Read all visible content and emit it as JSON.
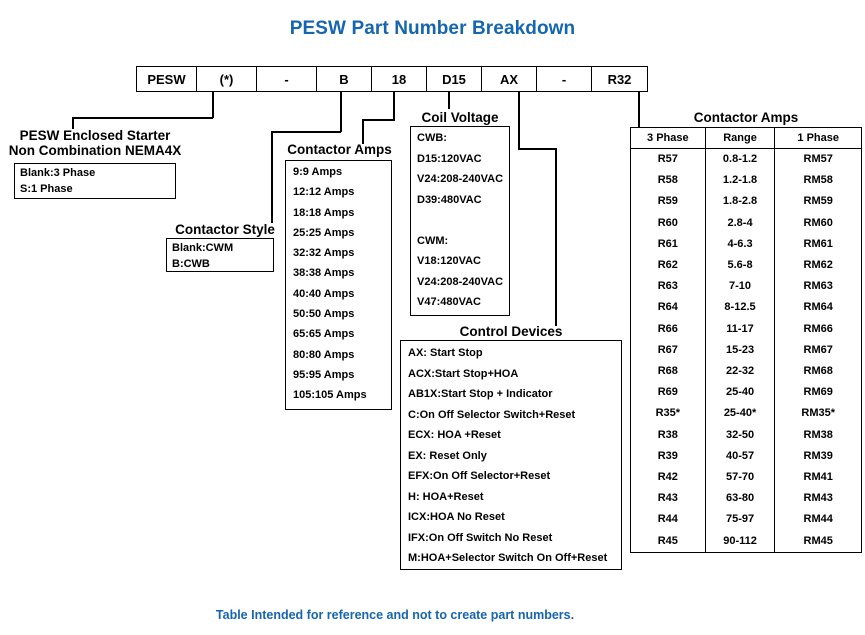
{
  "title": "PESW Part Number Breakdown",
  "footer_note": "Table Intended for reference and not to create part numbers.",
  "accent_color": "#1565B0",
  "part_number": {
    "cells": [
      {
        "label": "PESW",
        "width": 60
      },
      {
        "label": "(*)",
        "width": 60
      },
      {
        "label": "-",
        "width": 60
      },
      {
        "label": "B",
        "width": 55
      },
      {
        "label": "18",
        "width": 55
      },
      {
        "label": "D15",
        "width": 55
      },
      {
        "label": "AX",
        "width": 55
      },
      {
        "label": "-",
        "width": 55
      },
      {
        "label": "R32",
        "width": 55
      }
    ]
  },
  "pesw_starter": {
    "label_line1": "PESW Enclosed Starter",
    "label_line2": "Non Combination NEMA4X",
    "options": [
      "Blank:3 Phase",
      "S:1 Phase"
    ]
  },
  "contactor_style": {
    "title": "Contactor Style",
    "options": [
      "Blank:CWM",
      "B:CWB"
    ]
  },
  "contactor_amps_list": {
    "title": "Contactor Amps",
    "options": [
      "9:9 Amps",
      "12:12 Amps",
      "18:18 Amps",
      "25:25 Amps",
      "32:32 Amps",
      "38:38 Amps",
      "40:40 Amps",
      "50:50 Amps",
      "65:65 Amps",
      "80:80 Amps",
      "95:95 Amps",
      "105:105 Amps"
    ]
  },
  "coil_voltage": {
    "title": "Coil Voltage",
    "options": [
      "CWB:",
      "D15:120VAC",
      "V24:208-240VAC",
      "D39:480VAC",
      "",
      "CWM:",
      "V18:120VAC",
      "V24:208-240VAC",
      "V47:480VAC"
    ]
  },
  "control_devices": {
    "title": "Control Devices",
    "options": [
      "AX: Start Stop",
      "ACX:Start Stop+HOA",
      "AB1X:Start Stop + Indicator",
      "C:On Off Selector Switch+Reset",
      "ECX: HOA +Reset",
      "EX: Reset Only",
      "EFX:On Off Selector+Reset",
      "H: HOA+Reset",
      "ICX:HOA No Reset",
      "IFX:On Off Switch No Reset",
      "M:HOA+Selector Switch On Off+Reset"
    ]
  },
  "contactor_amps_table": {
    "title": "Contactor Amps",
    "columns": [
      "3 Phase",
      "Range",
      "1 Phase"
    ],
    "rows": [
      [
        "R57",
        "0.8-1.2",
        "RM57"
      ],
      [
        "R58",
        "1.2-1.8",
        "RM58"
      ],
      [
        "R59",
        "1.8-2.8",
        "RM59"
      ],
      [
        "R60",
        "2.8-4",
        "RM60"
      ],
      [
        "R61",
        "4-6.3",
        "RM61"
      ],
      [
        "R62",
        "5.6-8",
        "RM62"
      ],
      [
        "R63",
        "7-10",
        "RM63"
      ],
      [
        "R64",
        "8-12.5",
        "RM64"
      ],
      [
        "R66",
        "11-17",
        "RM66"
      ],
      [
        "R67",
        "15-23",
        "RM67"
      ],
      [
        "R68",
        "22-32",
        "RM68"
      ],
      [
        "R69",
        "25-40",
        "RM69"
      ],
      [
        "R35*",
        "25-40*",
        "RM35*"
      ],
      [
        "R38",
        "32-50",
        "RM38"
      ],
      [
        "R39",
        "40-57",
        "RM39"
      ],
      [
        "R42",
        "57-70",
        "RM41"
      ],
      [
        "R43",
        "63-80",
        "RM43"
      ],
      [
        "R44",
        "75-97",
        "RM44"
      ],
      [
        "R45",
        "90-112",
        "RM45"
      ]
    ]
  }
}
